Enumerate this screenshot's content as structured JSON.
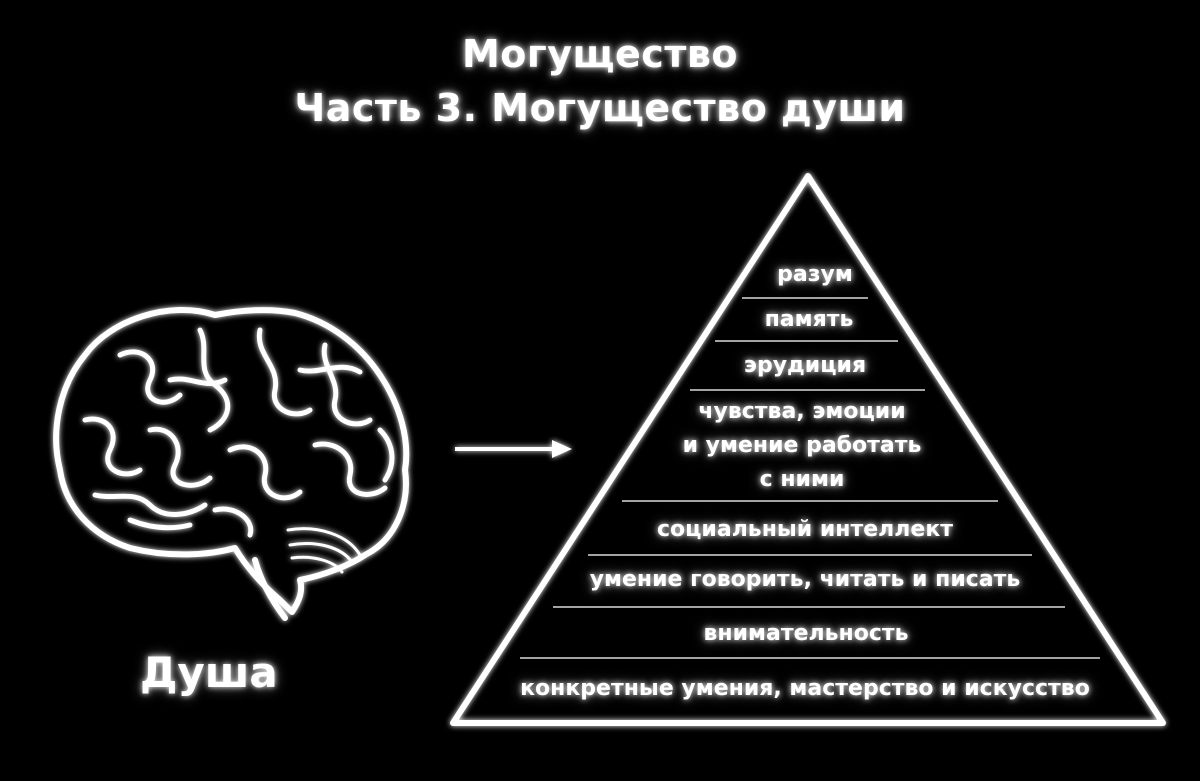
{
  "title": {
    "line1": "Могущество",
    "line2": "Часть 3. Могущество души"
  },
  "soul_label": "Душа",
  "pyramid": {
    "levels": [
      "разум",
      "память",
      "эрудиция",
      "чувства, эмоции\nи умение работать\nс ними",
      "социальный интеллект",
      "умение говорить, читать и писать",
      "внимательность",
      "конкретные умения, мастерство и искусство"
    ]
  },
  "colors": {
    "background": "#000000",
    "foreground": "#ffffff"
  },
  "icons": {
    "brain": "brain-icon",
    "arrow": "arrow-right-icon"
  }
}
